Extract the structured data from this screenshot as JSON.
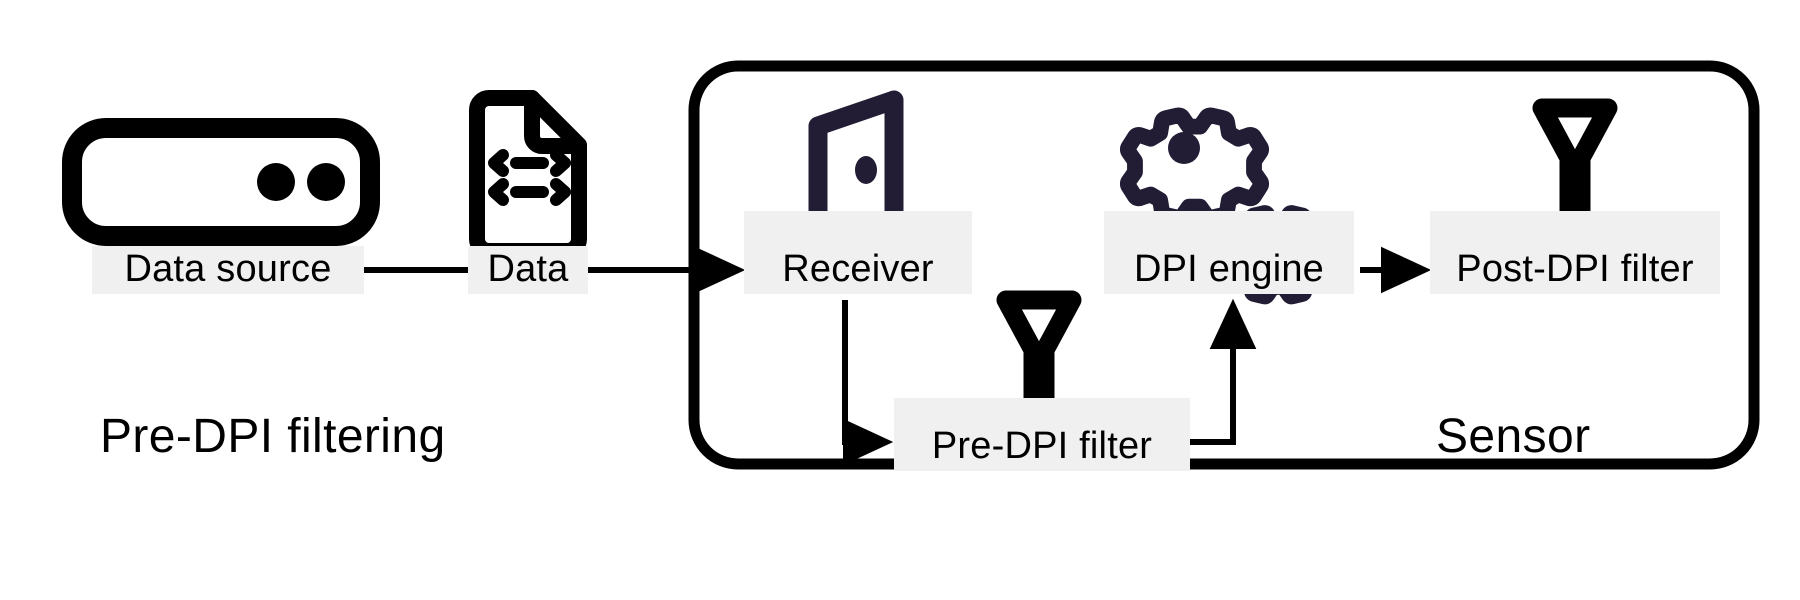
{
  "diagram": {
    "title_left": "Pre-DPI filtering",
    "container_label": "Sensor",
    "colors": {
      "stroke_black": "#000000",
      "icon_purple": "#221c35",
      "chip_background": "#f0f0f0",
      "page_background": "#ffffff"
    },
    "nodes": [
      {
        "id": "data-source",
        "label": "Data source",
        "icon": "server-icon",
        "icon_color": "#000000"
      },
      {
        "id": "data",
        "label": "Data",
        "icon": "document-data-icon",
        "icon_color": "#000000"
      },
      {
        "id": "receiver",
        "label": "Receiver",
        "icon": "open-door-icon",
        "icon_color": "#221c35"
      },
      {
        "id": "pre-dpi-filter",
        "label": "Pre-DPI filter",
        "icon": "funnel-icon",
        "icon_color": "#000000"
      },
      {
        "id": "dpi-engine",
        "label": "DPI engine",
        "icon": "gears-icon",
        "icon_color": "#221c35"
      },
      {
        "id": "post-dpi-filter",
        "label": "Post-DPI filter",
        "icon": "funnel-icon",
        "icon_color": "#000000"
      }
    ],
    "edges": [
      {
        "from": "data-source",
        "to": "data",
        "style": "line",
        "arrow": false
      },
      {
        "from": "data",
        "to": "receiver",
        "style": "line",
        "arrow": true
      },
      {
        "from": "receiver",
        "to": "pre-dpi-filter",
        "style": "elbow",
        "arrow": true
      },
      {
        "from": "pre-dpi-filter",
        "to": "dpi-engine",
        "style": "elbow",
        "arrow": true
      },
      {
        "from": "dpi-engine",
        "to": "post-dpi-filter",
        "style": "line",
        "arrow": true
      }
    ]
  }
}
